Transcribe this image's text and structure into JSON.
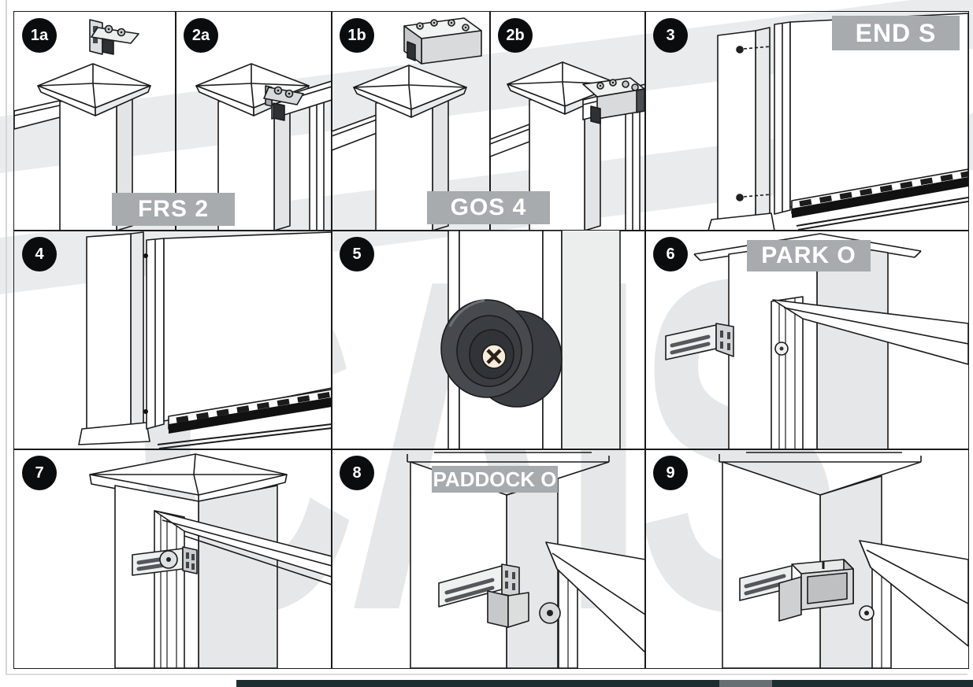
{
  "page": {
    "watermark": "CAIS"
  },
  "panels": [
    {
      "number": "1a"
    },
    {
      "number": "2a"
    },
    {
      "number": "1b"
    },
    {
      "number": "2b"
    },
    {
      "number": "3"
    },
    {
      "number": "4"
    },
    {
      "number": "5"
    },
    {
      "number": "6"
    },
    {
      "number": "7"
    },
    {
      "number": "8"
    },
    {
      "number": "9"
    }
  ],
  "product_labels": [
    {
      "name": "FRS 2"
    },
    {
      "name": "GOS 4"
    },
    {
      "name": "END S"
    },
    {
      "name": "PARK O"
    },
    {
      "name": "PADDOCK O"
    }
  ],
  "colors": {
    "label_background": "#a7abae",
    "badge_background": "#0b0c0e",
    "watermark_gray": "#e5e7e8",
    "bottom_bar": "#1d2d32",
    "line_black": "#1b1b1b"
  }
}
